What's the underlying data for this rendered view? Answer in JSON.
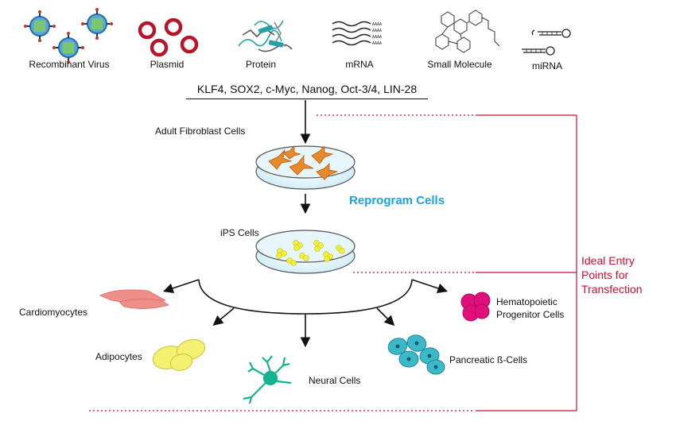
{
  "delivery_methods": [
    {
      "label": "Recombinant Virus",
      "icon": "recombinant-virus-icon"
    },
    {
      "label": "Plasmid",
      "icon": "plasmid-icon"
    },
    {
      "label": "Protein",
      "icon": "protein-icon"
    },
    {
      "label": "mRNA",
      "icon": "mrna-icon"
    },
    {
      "label": "Small Molecule",
      "icon": "small-molecule-icon"
    },
    {
      "label": "miRNA",
      "icon": "mirna-icon"
    }
  ],
  "factors": "KLF4, SOX2, c-Myc, Nanog, Oct-3/4, LIN-28",
  "stages": {
    "adult_fibroblast": "Adult Fibroblast Cells",
    "reprogram": "Reprogram Cells",
    "ips": "iPS Cells"
  },
  "derived_cells": [
    {
      "label": "Cardiomyocytes"
    },
    {
      "label": "Adipocytes"
    },
    {
      "label": "Neural Cells"
    },
    {
      "label": "Pancreatic ß-Cells"
    },
    {
      "label": "Hematopoietic"
    },
    {
      "label": "Progenitor Cells"
    }
  ],
  "entry_points": {
    "line1": "Ideal Entry",
    "line2": "Points for",
    "line3": "Transfection"
  },
  "colors": {
    "accent_blue": "#1aa3dc",
    "entry_red": "#c8102e",
    "plasmid_red": "#b5162b",
    "fibroblast_orange": "#e8892a",
    "ips_yellow": "#f2ef3a",
    "cardio_pink": "#ef8f8a",
    "hematopoietic_magenta": "#e0107a",
    "neural_teal": "#17b290",
    "pancreatic_teal": "#3cb8c8",
    "adipocyte_yellow": "#f4f072"
  }
}
